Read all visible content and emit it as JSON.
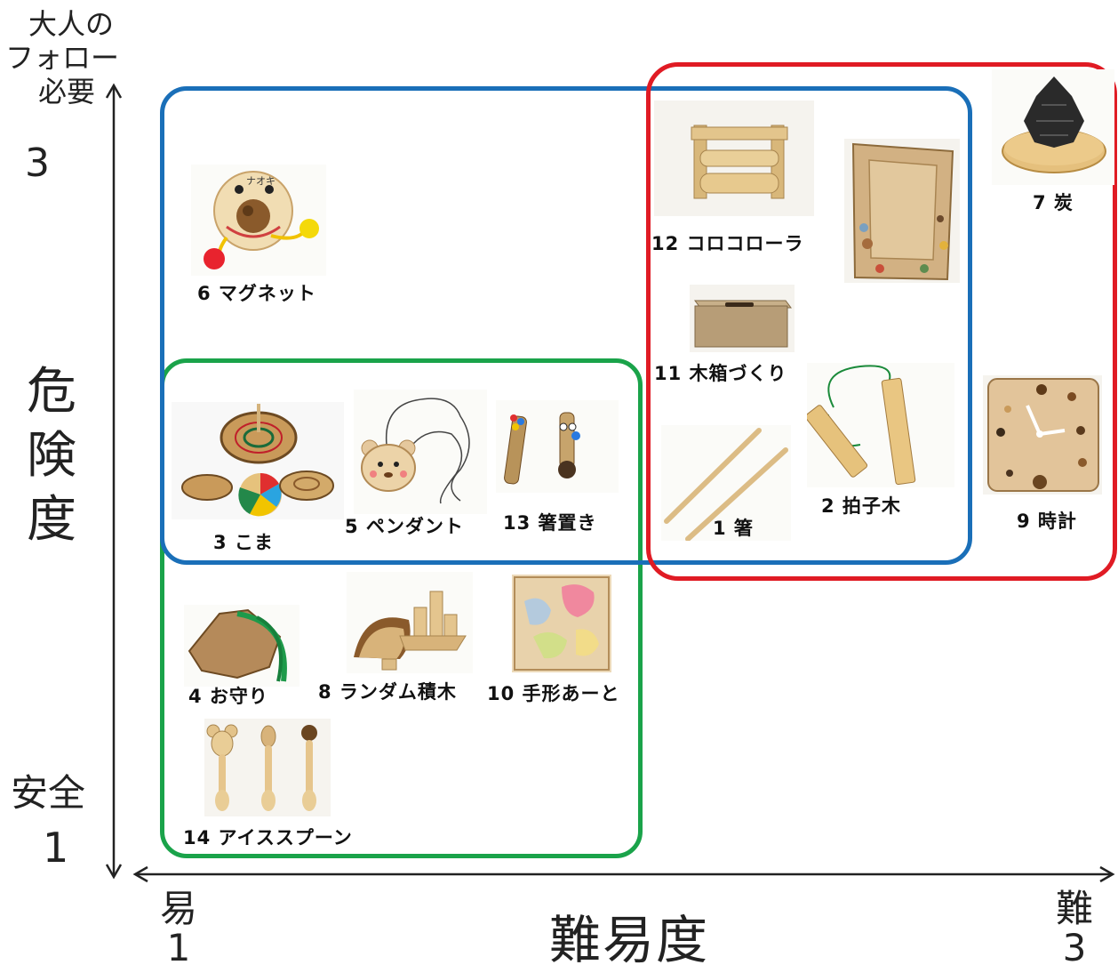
{
  "axes": {
    "y_top_note": [
      "大人の",
      "フォロー",
      "必要"
    ],
    "y_high": "3",
    "y_title": [
      "危",
      "険",
      "度"
    ],
    "y_low_word": "安全",
    "y_low": "1",
    "x_title": "難易度",
    "x_low_word": "易",
    "x_low": "1",
    "x_high_word": "難",
    "x_high": "3"
  },
  "colors": {
    "green_group": "#1aa34a",
    "blue_group": "#1a6fb8",
    "red_group": "#e01b24",
    "axis": "#222222",
    "wood": "#d9b77e"
  },
  "items": [
    {
      "label": "6 マグネット",
      "icon": "magnet-face-icon",
      "tag": "ナオキ"
    },
    {
      "label": "12 コロコローラ",
      "icon": "wooden-roller-icon"
    },
    {
      "label": "7 炭",
      "icon": "charcoal-pinecone-icon"
    },
    {
      "label": "11 木箱づくり",
      "icon": "wooden-box-icon"
    },
    {
      "label": "3 こま",
      "icon": "spinning-top-icon"
    },
    {
      "label": "5 ペンダント",
      "icon": "bear-pendant-icon"
    },
    {
      "label": "13 箸置き",
      "icon": "chopstick-rest-icon"
    },
    {
      "label": "1 箸",
      "icon": "chopsticks-icon"
    },
    {
      "label": "2 拍子木",
      "icon": "clappers-icon"
    },
    {
      "label": "9 時計",
      "icon": "wooden-clock-icon"
    },
    {
      "label": "4 お守り",
      "icon": "amulet-icon"
    },
    {
      "label": "8 ランダム積木",
      "icon": "building-blocks-icon"
    },
    {
      "label": "10 手形あーと",
      "icon": "handprint-art-icon"
    },
    {
      "label": "14 アイススプーン",
      "icon": "ice-spoon-icon"
    },
    {
      "label": "",
      "icon": "wooden-frame-icon"
    }
  ]
}
